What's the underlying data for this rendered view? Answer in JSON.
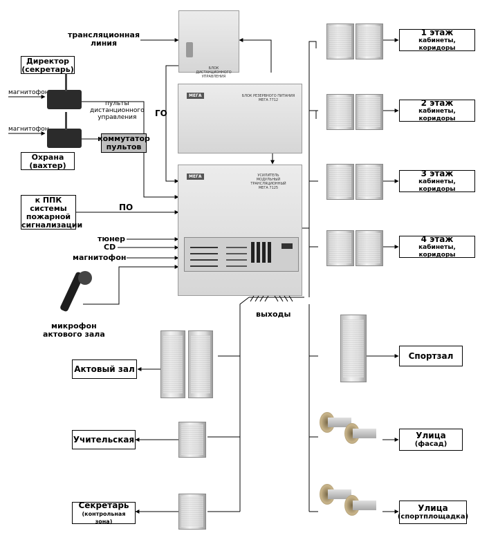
{
  "inputs": {
    "broadcast_line": "трансляционная\nлиния",
    "director": "Директор\n(секретарь)",
    "magnitofon_1": "магнитофон",
    "magnitofon_2": "магнитофон",
    "remote_panels": "пульты\nдистанционного\nуправления",
    "commutator": "коммутатор\nпультов",
    "security": "Охрана\n(вахтер)",
    "go": "ГО",
    "ppk": "к ППК\nсистемы\nпожарной\nсигнализации",
    "po": "ПО",
    "tuner": "тюнер",
    "cd": "CD",
    "magnitofon_3": "магнитофон",
    "microphone": "микрофон\nактового зала",
    "outputs": "выходы"
  },
  "devices": {
    "control_box_text": "БЛОК ДИСТАНЦИОННОГО УПРАВЛЕНИЯ",
    "backup_power_brand": "МЕГА",
    "backup_power_text": "БЛОК РЕЗЕРВНОГО ПИТАНИЯ\nМЕГА 7712",
    "amplifier_brand": "МЕГА",
    "amplifier_text": "УСИЛИТЕЛЬ\nМОДУЛЬНЫЙ ТРАНСЛЯЦИОННЫЙ\nМЕГА 7125"
  },
  "zones_right": [
    {
      "title": "1 этаж",
      "sub": "кабинеты, коридоры"
    },
    {
      "title": "2 этаж",
      "sub": "кабинеты, коридоры"
    },
    {
      "title": "3 этаж",
      "sub": "кабинеты, коридоры"
    },
    {
      "title": "4 этаж",
      "sub": "кабинеты, коридоры"
    },
    {
      "title": "Спортзал",
      "sub": ""
    },
    {
      "title": "Улица",
      "sub": "(фасад)"
    },
    {
      "title": "Улица",
      "sub": "(спортплощадка)"
    }
  ],
  "zones_left": [
    {
      "title": "Актовый зал",
      "sub": ""
    },
    {
      "title": "Учительская",
      "sub": ""
    },
    {
      "title": "Секретарь",
      "sub": "(контрольная зона)"
    }
  ]
}
